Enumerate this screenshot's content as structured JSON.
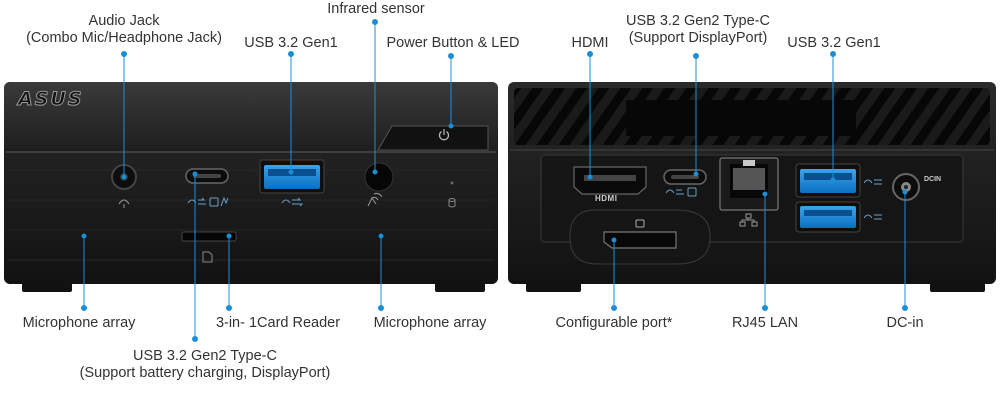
{
  "brand": "ASUS",
  "accent_color": "#1b8fd6",
  "front_view": {
    "labels": {
      "audio_jack": [
        "Audio Jack",
        "(Combo Mic/Headphone Jack)"
      ],
      "infrared": [
        "Infrared sensor"
      ],
      "usb_gen1": [
        "USB 3.2 Gen1"
      ],
      "power": [
        "Power Button & LED"
      ],
      "mic_left": [
        "Microphone array"
      ],
      "card_reader": [
        "3-in- 1Card Reader"
      ],
      "mic_right": [
        "Microphone array"
      ],
      "usbc": [
        "USB 3.2 Gen2 Type-C",
        "(Support battery charging, DisplayPort)"
      ]
    }
  },
  "rear_view": {
    "labels": {
      "hdmi": [
        "HDMI"
      ],
      "usbc": [
        "USB 3.2 Gen2 Type-C",
        "(Support DisplayPort)"
      ],
      "usb_gen1": [
        "USB 3.2 Gen1"
      ],
      "config_port": [
        "Configurable port*"
      ],
      "rj45": [
        "RJ45 LAN"
      ],
      "dcin": [
        "DC-in"
      ]
    },
    "port_text": {
      "hdmi": "HDMI",
      "dcin": "DCIN"
    }
  }
}
